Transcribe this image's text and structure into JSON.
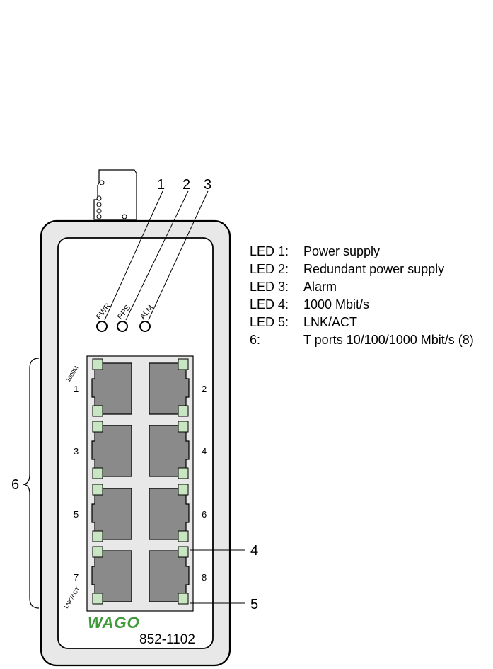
{
  "callouts": {
    "c1": "1",
    "c2": "2",
    "c3": "3",
    "c4": "4",
    "c5": "5",
    "c6": "6"
  },
  "status_leds": {
    "pwr": "PWR",
    "rps": "RPS",
    "alm": "ALM"
  },
  "port_labels": {
    "speed": "1000M",
    "lnk": "LNK/ACT"
  },
  "ports": [
    "1",
    "2",
    "3",
    "4",
    "5",
    "6",
    "7",
    "8"
  ],
  "brand": "WAGO",
  "model": "852-1102",
  "legend": [
    {
      "key": "LED 1:",
      "value": "Power supply"
    },
    {
      "key": "LED 2:",
      "value": "Redundant power supply"
    },
    {
      "key": "LED 3:",
      "value": "Alarm"
    },
    {
      "key": "LED 4:",
      "value": "1000 Mbit/s"
    },
    {
      "key": "LED 5:",
      "value": "LNK/ACT"
    },
    {
      "key": "6:",
      "value": "T ports 10/100/1000 Mbit/s (8)"
    }
  ],
  "colors": {
    "device_fill": "#e8e8e8",
    "port_fill": "#8a8a8a",
    "led_green": "#c8e6c2",
    "logo_green": "#3f9a3a"
  }
}
